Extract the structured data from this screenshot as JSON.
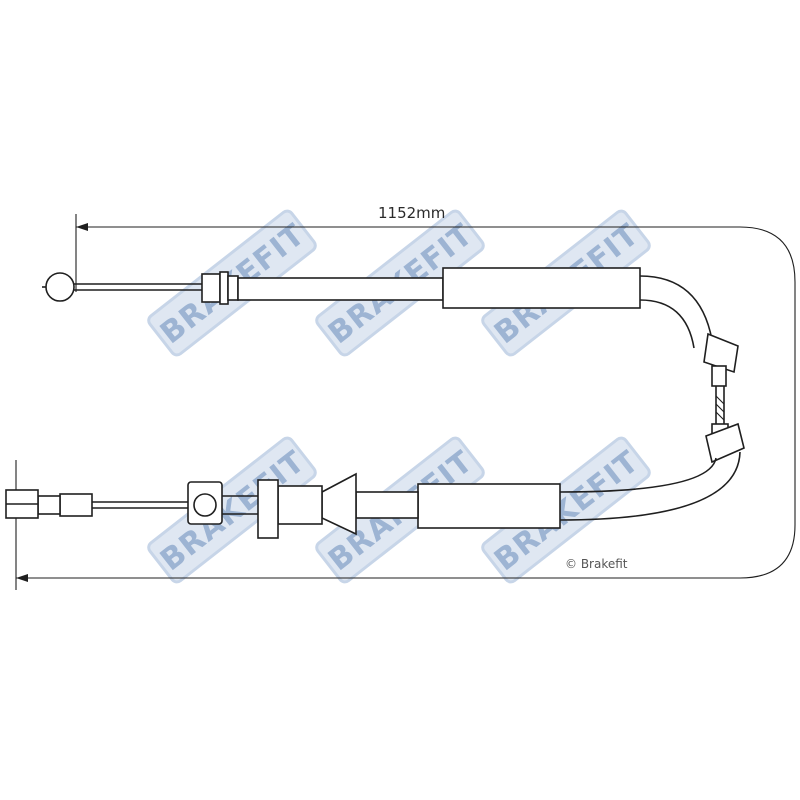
{
  "diagram": {
    "dimension_label": "1152mm",
    "copyright": "© Brakefit",
    "watermark_text": "BRAKEFIT",
    "colors": {
      "watermark_fill": "#dfe7f2",
      "watermark_stroke": "#c7d5e8",
      "watermark_text": "#9db4d3",
      "line": "#1f1f1f"
    }
  }
}
